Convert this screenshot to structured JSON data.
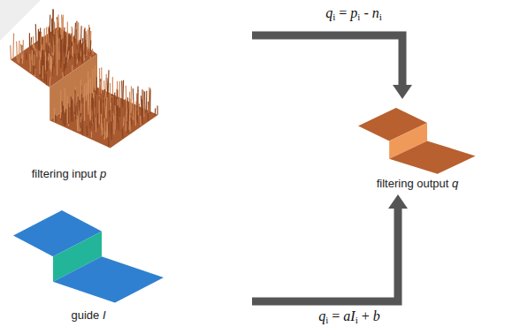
{
  "diagram": {
    "nodes": [
      {
        "text": [
          "filtering input p"
        ]
      },
      {
        "text": [
          "guide I"
        ]
      },
      {
        "text": [
          "filtering output q"
        ]
      }
    ],
    "edges": [
      {
        "from": 0,
        "to": 2,
        "arrow": "to",
        "label": "qi = pi - ni"
      },
      {
        "from": 1,
        "to": 2,
        "arrow": "to",
        "label": "qi = aIi + b"
      }
    ]
  }
}
